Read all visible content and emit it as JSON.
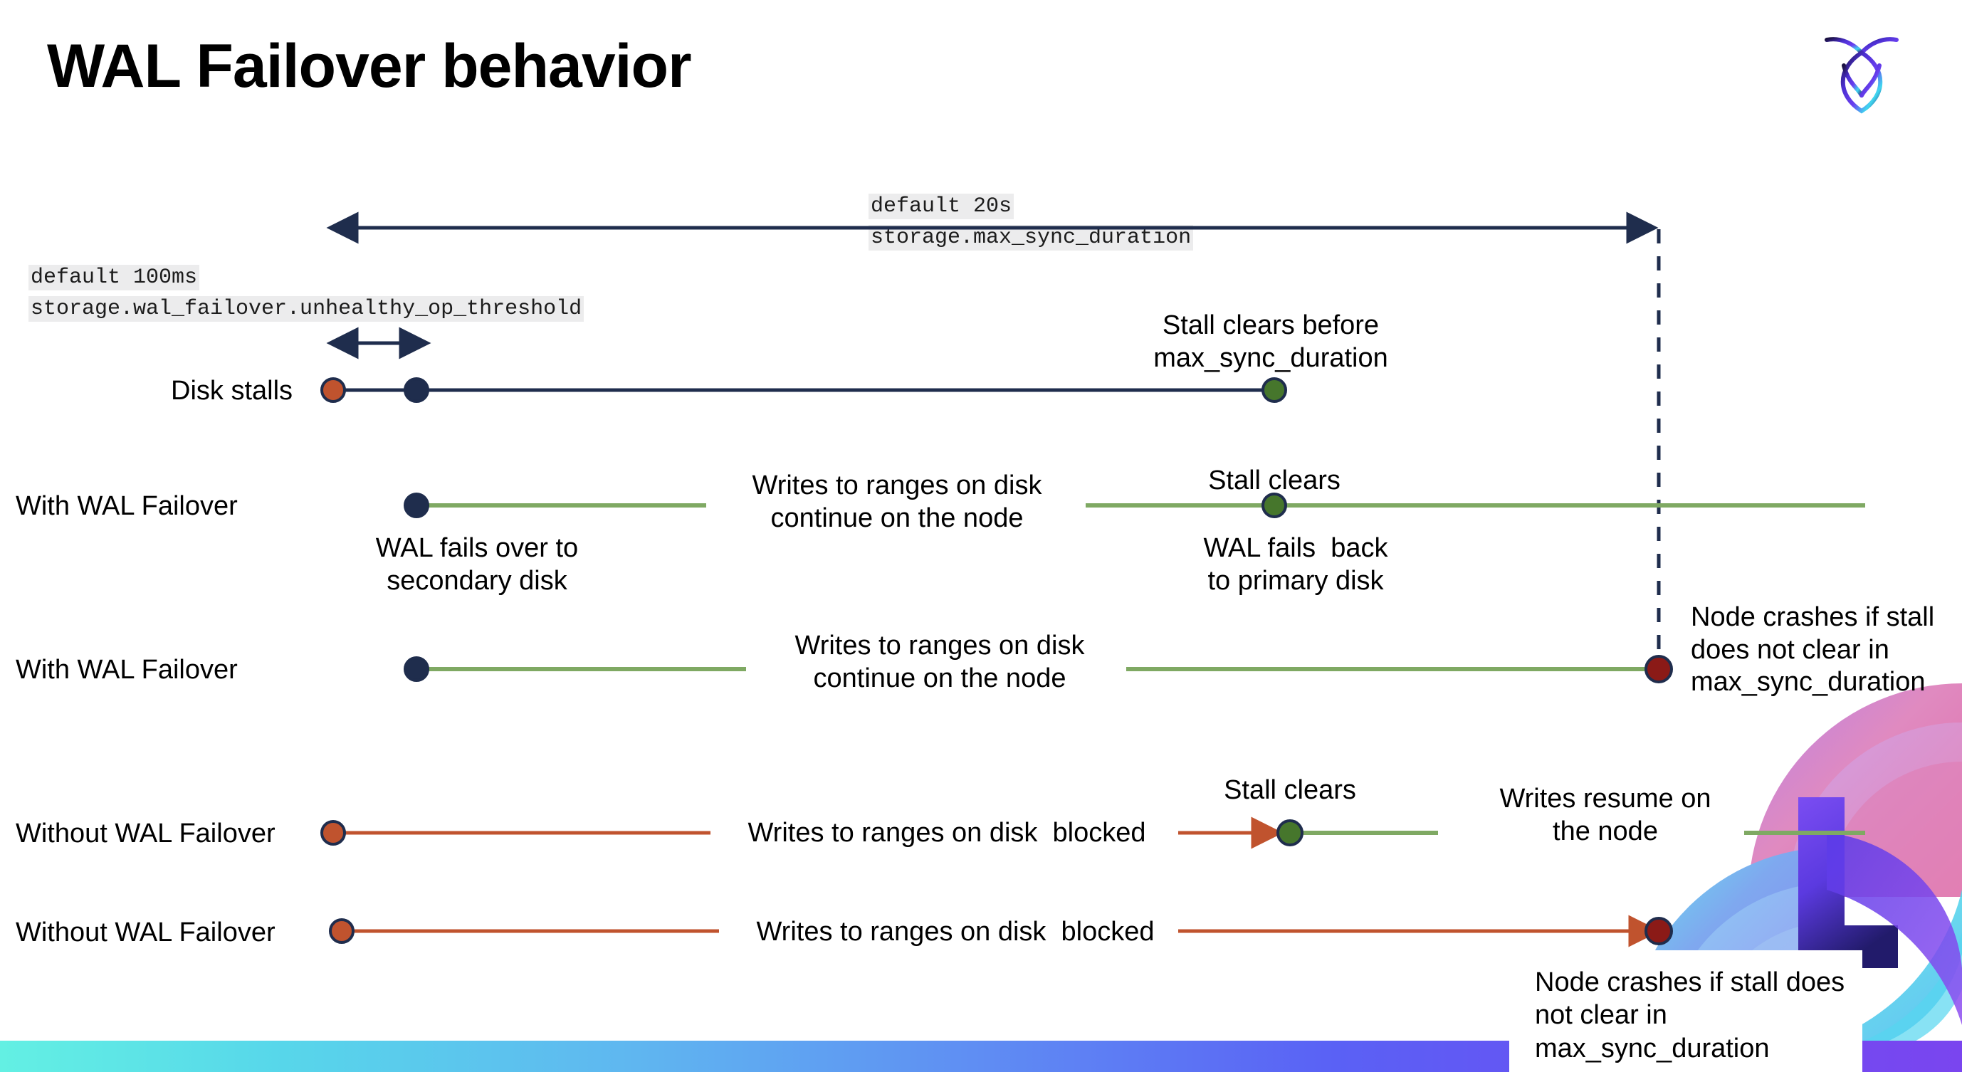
{
  "slide": {
    "title": "WAL Failover behavior",
    "logo_name": "cockroachdb-logo"
  },
  "annotations": {
    "max_sync": {
      "line1": "default 20s",
      "line2": "storage.max_sync_duration"
    },
    "unhealthy_op": {
      "line1": "default 100ms",
      "line2": "storage.wal_failover.unhealthy_op_threshold"
    }
  },
  "rows": [
    {
      "id": "disk-stalls",
      "label": "Disk stalls",
      "annotations": [
        {
          "id": "stall-clears-before",
          "text": "Stall clears before\nmax_sync_duration"
        }
      ]
    },
    {
      "id": "with-wal-failover-1",
      "label": "With WAL Failover",
      "annotations": [
        {
          "id": "writes-continue-1",
          "text": "Writes to ranges on disk\ncontinue on the node"
        },
        {
          "id": "stall-clears-1",
          "text": "Stall clears"
        },
        {
          "id": "wal-fails-over",
          "text": "WAL fails over to\nsecondary disk"
        },
        {
          "id": "wal-fails-back",
          "text": "WAL fails  back\nto primary disk"
        }
      ]
    },
    {
      "id": "with-wal-failover-2",
      "label": "With WAL Failover",
      "annotations": [
        {
          "id": "writes-continue-2",
          "text": "Writes to ranges on disk\ncontinue on the node"
        },
        {
          "id": "node-crashes-1",
          "text": "Node crashes if stall\ndoes not clear in\nmax_sync_duration"
        }
      ]
    },
    {
      "id": "without-wal-failover-1",
      "label": "Without WAL Failover",
      "annotations": [
        {
          "id": "writes-blocked-1",
          "text": "Writes to ranges on disk  blocked"
        },
        {
          "id": "stall-clears-2",
          "text": "Stall clears"
        },
        {
          "id": "writes-resume",
          "text": "Writes resume on\nthe node"
        }
      ]
    },
    {
      "id": "without-wal-failover-2",
      "label": "Without WAL Failover",
      "annotations": [
        {
          "id": "writes-blocked-2",
          "text": "Writes to ranges on disk  blocked"
        },
        {
          "id": "node-crashes-2",
          "text": "Node crashes if stall\ndoes not clear in\nmax_sync_duration"
        }
      ]
    }
  ],
  "colors": {
    "navy": "#1f2d4d",
    "orange": "#c0532e",
    "green_dot": "#46762c",
    "green_line": "#7fa963",
    "dark_red": "#8b1a17",
    "chip_bg": "#ececed",
    "bar_gradient_start": "#63f0e3",
    "bar_gradient_end": "#7a45ef"
  },
  "chart_data": {
    "type": "timeline",
    "title": "WAL Failover behavior",
    "xlabel": "",
    "ylabel": "",
    "markers_legend": [
      {
        "name": "stall-start",
        "color": "#c0532e",
        "meaning": "Disk stall begins / writes blocked"
      },
      {
        "name": "failover",
        "color": "#1f2d4d",
        "meaning": "WAL fails over to secondary disk"
      },
      {
        "name": "stall-clears",
        "color": "#46762c",
        "meaning": "Stall clears"
      },
      {
        "name": "node-crash",
        "color": "#8b1a17",
        "meaning": "Node crashes (max_sync_duration exceeded)"
      }
    ],
    "spans": [
      {
        "name": "storage.max_sync_duration",
        "value": "20s",
        "from_x": 460,
        "to_x": 2330,
        "style": "double-arrow"
      },
      {
        "name": "storage.wal_failover.unhealthy_op_threshold",
        "value": "100ms",
        "from_x": 460,
        "to_x": 600,
        "style": "double-arrow"
      }
    ],
    "series": [
      {
        "name": "Disk stalls",
        "y": 548,
        "events": [
          {
            "x": 468,
            "type": "stall-start"
          },
          {
            "x": 585,
            "type": "failover"
          },
          {
            "x": 1790,
            "type": "stall-clears"
          }
        ]
      },
      {
        "name": "With WAL Failover",
        "y": 710,
        "events": [
          {
            "x": 585,
            "type": "failover"
          },
          {
            "x": 1790,
            "type": "stall-clears"
          }
        ]
      },
      {
        "name": "With WAL Failover",
        "y": 940,
        "events": [
          {
            "x": 585,
            "type": "failover"
          },
          {
            "x": 2330,
            "type": "node-crash"
          }
        ]
      },
      {
        "name": "Without WAL Failover",
        "y": 1170,
        "events": [
          {
            "x": 468,
            "type": "stall-start"
          },
          {
            "x": 1812,
            "type": "stall-clears"
          }
        ]
      },
      {
        "name": "Without WAL Failover",
        "y": 1308,
        "events": [
          {
            "x": 480,
            "type": "stall-start"
          },
          {
            "x": 2330,
            "type": "node-crash"
          }
        ]
      }
    ]
  }
}
